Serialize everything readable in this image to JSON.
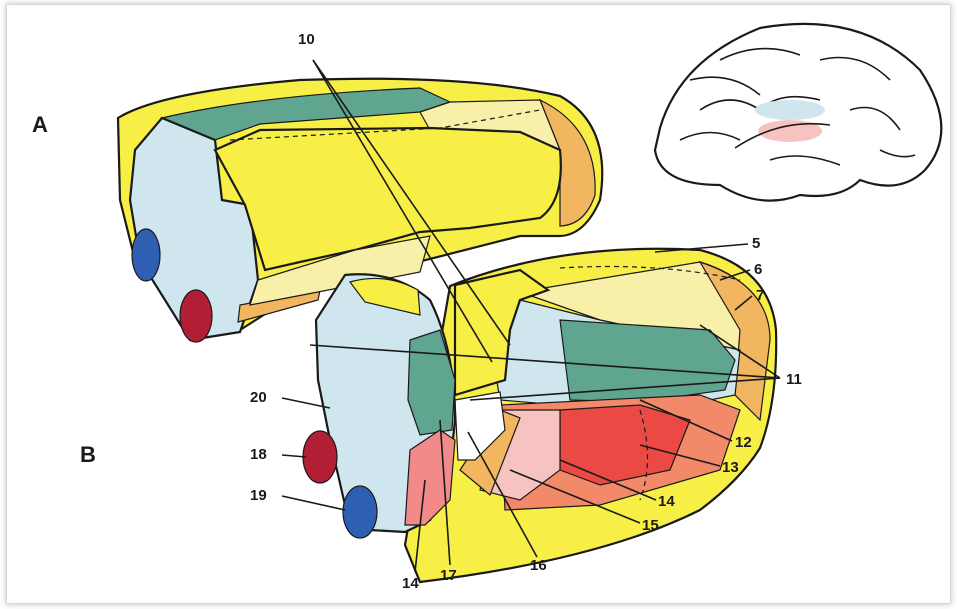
{
  "diagram": {
    "panel_labels": {
      "a": "A",
      "b": "B"
    },
    "callouts": {
      "n5": "5",
      "n6": "6",
      "n7": "7",
      "n10": "10",
      "n11": "11",
      "n12": "12",
      "n13": "13",
      "n14a": "14",
      "n14b": "14",
      "n15": "15",
      "n16": "16",
      "n17": "17",
      "n18": "18",
      "n19": "19",
      "n20": "20"
    },
    "colors": {
      "yellow": "#f7ef45",
      "pale_yellow": "#f8f0a8",
      "orange": "#f2b560",
      "teal": "#5fa58f",
      "light_blue": "#cfe6ef",
      "salmon": "#f28a6a",
      "red": "#ea4a43",
      "pink": "#f6c3c0",
      "dark_red": "#b21f35",
      "blue": "#2f5fb3",
      "outline": "#1a1a1a"
    }
  }
}
